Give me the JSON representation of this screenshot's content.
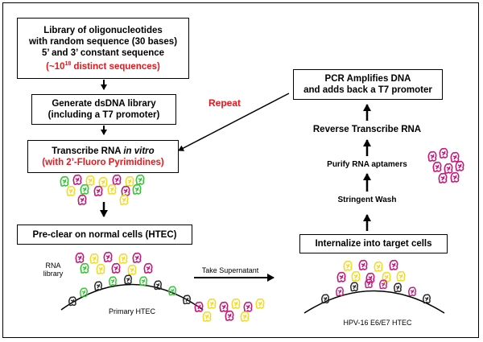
{
  "left": {
    "library_box": {
      "line1": "Library of oligonucleotides",
      "line2": "with random sequence (30 bases)",
      "line3": "5’ and 3’ constant sequence",
      "line4_pre": "(~10",
      "line4_sup": "18",
      "line4_post": " distinct sequences)"
    },
    "dsdna_box": {
      "line1": "Generate dsDNA library",
      "line2": "(including a T7 promoter)"
    },
    "transcribe_box": {
      "line1_pre": "Transcribe RNA ",
      "line1_em": "in vitro",
      "line2": "(with 2’-Fluoro Pyrimidines)"
    },
    "preclear_box": {
      "label": "Pre-clear on normal cells (HTEC)"
    },
    "rna_library_label": {
      "line1": "RNA",
      "line2": "library"
    },
    "primary_htec_label": "Primary HTEC"
  },
  "middle": {
    "repeat_label": "Repeat",
    "take_supernatant_label": "Take Supernatant"
  },
  "right": {
    "pcr_box": {
      "line1": "PCR Amplifies DNA",
      "line2": "and adds back a T7 promoter"
    },
    "reverse_label": "Reverse Transcribe RNA",
    "purify_label": "Purify RNA aptamers",
    "wash_label": "Stringent Wash",
    "internalize_box": {
      "label": "Internalize into target cells"
    },
    "hpv_label": "HPV-16 E6/E7 HTEC"
  },
  "colors": {
    "accent_red": "#e8161b",
    "aptamer_magenta": "#c41a7a",
    "aptamer_yellow": "#f2dc2a",
    "aptamer_green": "#38c43a"
  }
}
